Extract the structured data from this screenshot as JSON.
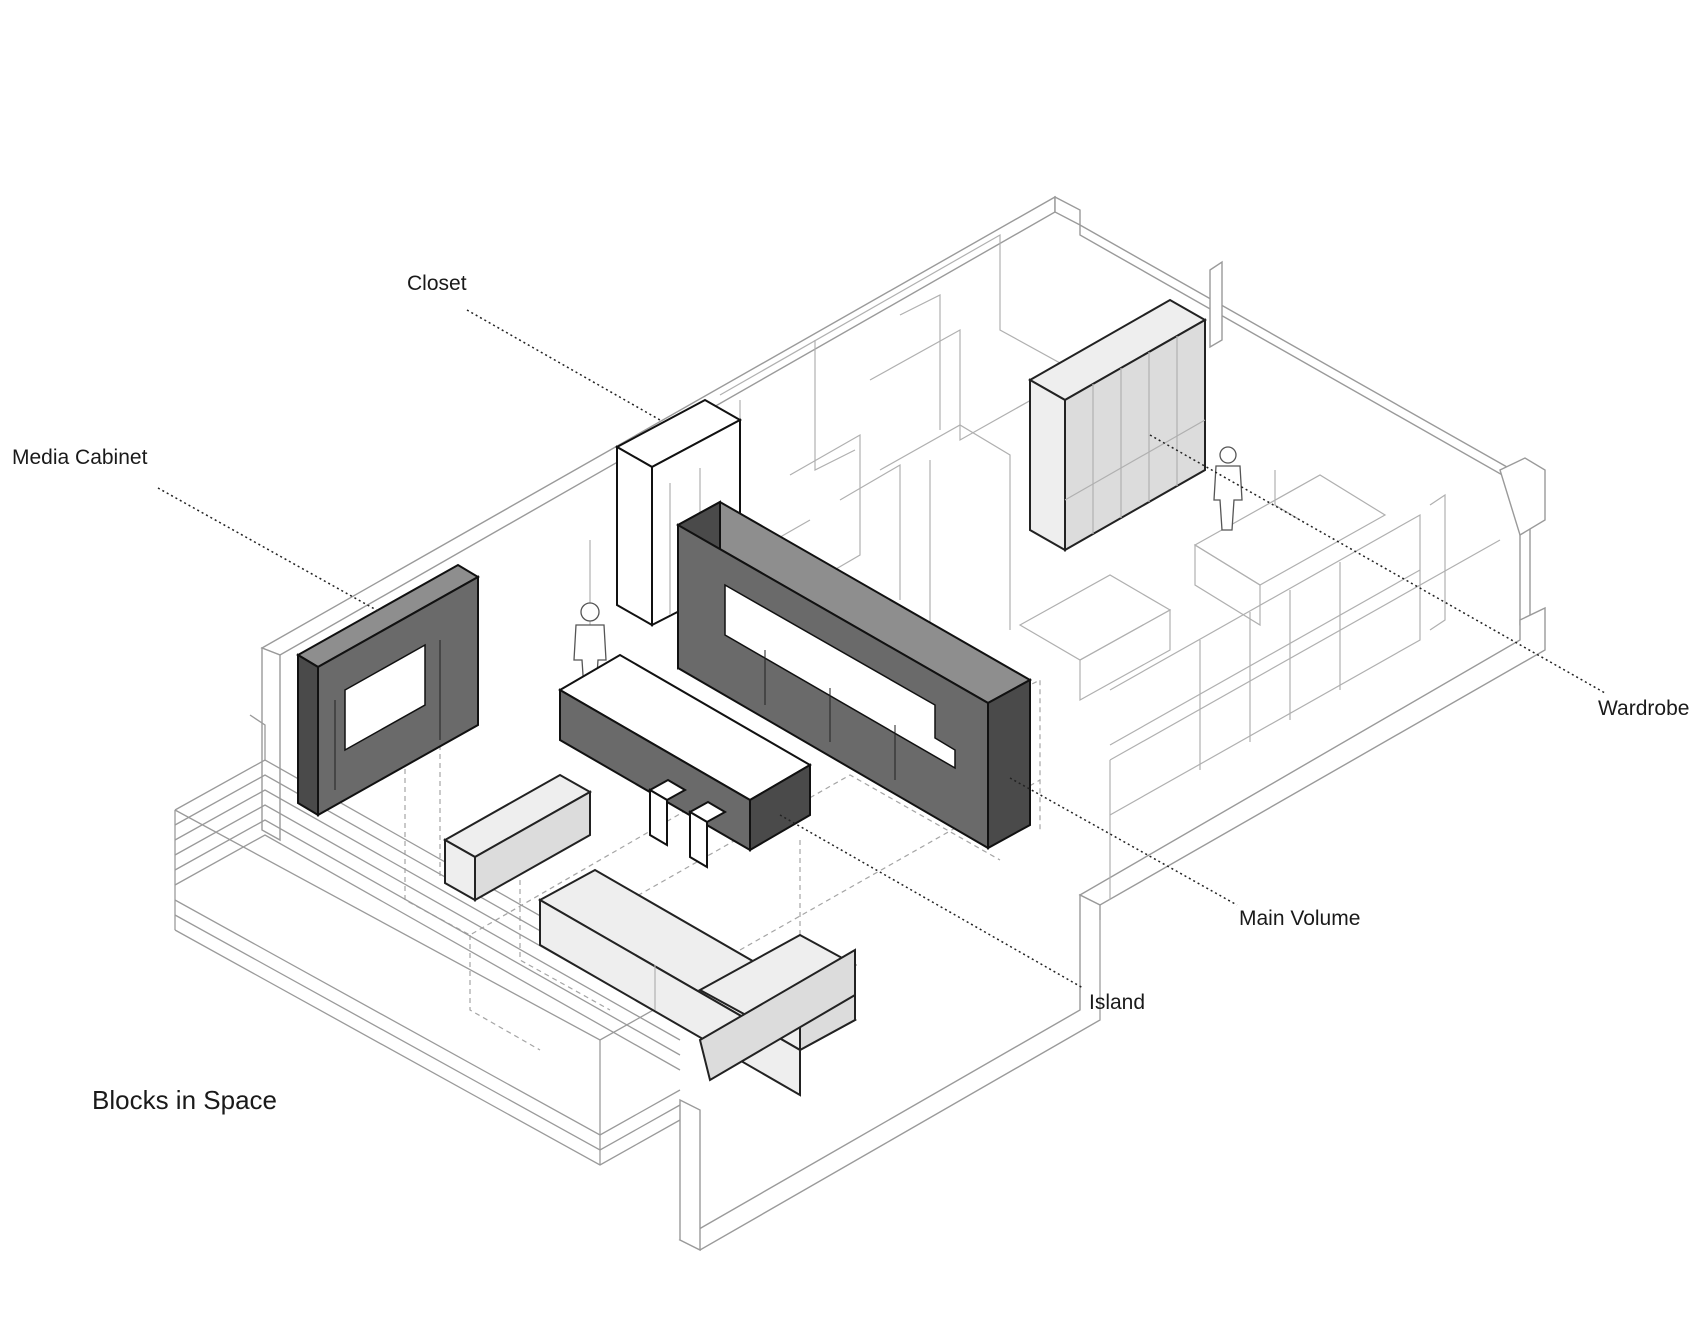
{
  "diagram": {
    "title": "Blocks in Space",
    "labels": {
      "closet": "Closet",
      "media_cabinet": "Media Cabinet",
      "wardrobe": "Wardrobe",
      "main_volume": "Main Volume",
      "island": "Island"
    }
  },
  "colors": {
    "line": "#9a9a9a",
    "dark_block": "#5a5a5a",
    "light_block": "#eeeeee",
    "text": "#1a1a1a"
  }
}
